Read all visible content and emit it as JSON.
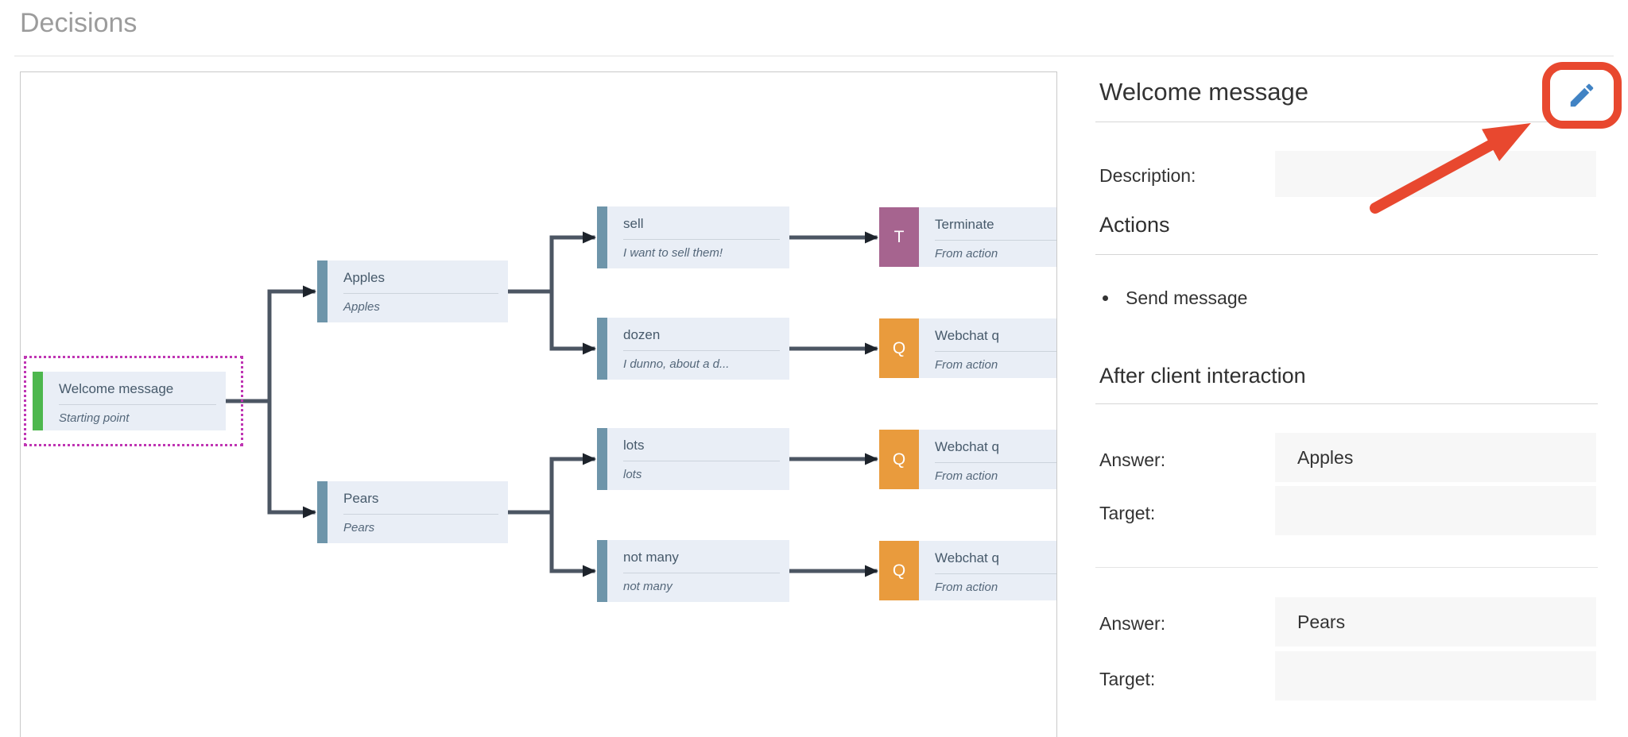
{
  "page": {
    "title": "Decisions"
  },
  "tree": {
    "nodes": [
      {
        "title": "Welcome message",
        "subtitle": "Starting point",
        "type": "start"
      },
      {
        "title": "Apples",
        "subtitle": "Apples",
        "type": "decision"
      },
      {
        "title": "Pears",
        "subtitle": "Pears",
        "type": "decision"
      },
      {
        "title": "sell",
        "subtitle": "I want to sell them!",
        "type": "decision"
      },
      {
        "title": "dozen",
        "subtitle": "I dunno, about a d...",
        "type": "decision"
      },
      {
        "title": "lots",
        "subtitle": "lots",
        "type": "decision"
      },
      {
        "title": "not many",
        "subtitle": "not many",
        "type": "decision"
      },
      {
        "title": "Terminate",
        "subtitle": "From action",
        "type": "terminate",
        "badge": "T"
      },
      {
        "title": "Webchat q",
        "subtitle": "From action",
        "type": "question",
        "badge": "Q"
      },
      {
        "title": "Webchat q",
        "subtitle": "From action",
        "type": "question",
        "badge": "Q"
      },
      {
        "title": "Webchat q",
        "subtitle": "From action",
        "type": "question",
        "badge": "Q"
      }
    ]
  },
  "panel": {
    "title": "Welcome message",
    "edit_icon": "pencil-icon",
    "description_label": "Description:",
    "description_value": "",
    "actions_heading": "Actions",
    "actions": [
      "Send message"
    ],
    "after_heading": "After client interaction",
    "groups": [
      {
        "answer_label": "Answer:",
        "answer_value": "Apples",
        "target_label": "Target:",
        "target_value": ""
      },
      {
        "answer_label": "Answer:",
        "answer_value": "Pears",
        "target_label": "Target:",
        "target_value": ""
      }
    ]
  },
  "colors": {
    "start_bar_green": "#4db74d",
    "decision_bar_blue": "#6e95aa",
    "terminate_purple": "#a6648f",
    "question_orange": "#e99b3d",
    "node_background": "#e9eef6",
    "connector_gray": "#4c5663",
    "selection_magenta": "#bf35b3",
    "annotation_red": "#e8482f",
    "pencil_blue": "#4183c4"
  }
}
